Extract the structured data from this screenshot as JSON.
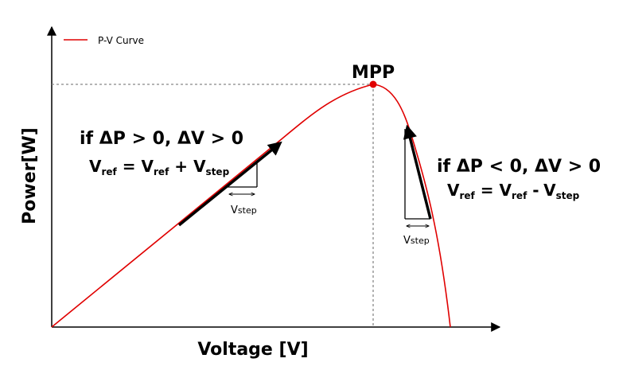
{
  "legend": {
    "label": "P-V Curve",
    "color": "#e00000"
  },
  "axes": {
    "x_label": "Voltage [V]",
    "y_label": "Power[W]"
  },
  "mpp": {
    "label": "MPP",
    "color": "#e00000"
  },
  "left_rule": {
    "condition": "if ΔP > 0, ΔV > 0",
    "update": {
      "v": "V",
      "ref": "ref",
      "eq": "=",
      "op": "+",
      "step": "step"
    },
    "step_label": {
      "v": "V",
      "step": "step"
    }
  },
  "right_rule": {
    "condition": "if ΔP < 0, ΔV > 0",
    "update": {
      "v": "V",
      "ref": "ref",
      "eq": "=",
      "op": "-",
      "step": "step"
    },
    "step_label": {
      "v": "V",
      "step": "step"
    }
  }
}
